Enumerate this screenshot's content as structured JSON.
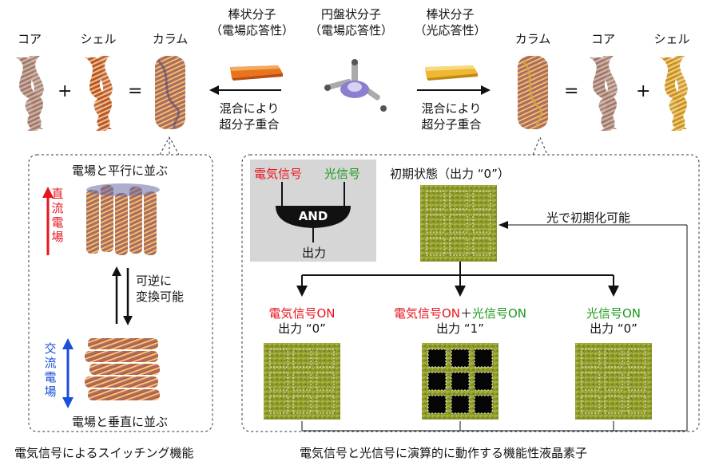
{
  "top": {
    "left_core": "コア",
    "left_shell": "シェル",
    "left_column": "カラム",
    "right_column": "カラム",
    "right_core": "コア",
    "right_shell": "シェル",
    "plus": "+",
    "equals": "=",
    "rod_field_title": "棒状分子\n（電場応答性）",
    "disc_title": "円盤状分子\n（電場応答性）",
    "rod_light_title": "棒状分子\n（光応答性）",
    "mix_left": "混合により\n超分子重合",
    "mix_right": "混合により\n超分子重合"
  },
  "left_panel": {
    "parallel": "電場と平行に並ぶ",
    "dc_field": "直流電場",
    "ac_field": "交流電場",
    "reversible": "可逆に\n変換可能",
    "perpendicular": "電場と垂直に並ぶ",
    "caption": "電気信号によるスイッチング機能"
  },
  "right_panel": {
    "electric_signal": "電気信号",
    "light_signal": "光信号",
    "gate": "AND",
    "output": "出力",
    "initial_state": "初期状態（出力 “0”）",
    "light_reset": "光で初期化可能",
    "case1_title": "電気信号ON",
    "case1_output": "出力 “0”",
    "case2_title_a": "電気信号ON",
    "case2_plus": "＋",
    "case2_title_b": "光信号ON",
    "case2_output": "出力 “1”",
    "case3_title": "光信号ON",
    "case3_output": "出力 “0”",
    "caption": "電気信号と光信号に演算的に動作する機能性液晶素子"
  },
  "colors": {
    "red": "#e8141c",
    "green": "#1c9a1c",
    "blue": "#1a4fd8",
    "film": "#8e9a2c",
    "rod_orange": "#e8741c",
    "rod_yellow": "#f0b830",
    "disc_purple": "#8a7fcf"
  }
}
